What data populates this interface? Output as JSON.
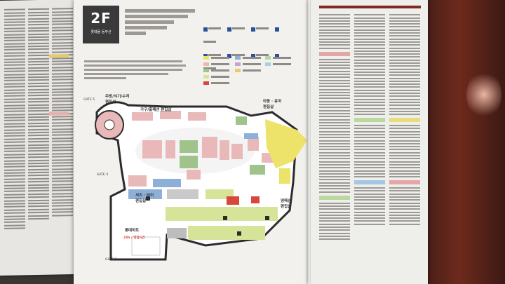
{
  "floor": {
    "label": "2F",
    "store_name": "롯데몰 동부산"
  },
  "map": {
    "zone_labels": [
      {
        "id": "kitchen",
        "text": "주방/식기/수저\n편집샵"
      },
      {
        "id": "furniture",
        "text": "가구/홈패션 편집샵"
      },
      {
        "id": "kids",
        "text": "아동 · 유아\n편집샵"
      },
      {
        "id": "shirts",
        "text": "셔츠 · 타이\n편집샵"
      },
      {
        "id": "lottemart",
        "text": "롯데마트"
      },
      {
        "id": "mart_hours",
        "text": "24h / 영업시간"
      },
      {
        "id": "premium",
        "text": "영패션\n편집샵"
      }
    ],
    "gates": [
      "GATE 5",
      "GATE 4",
      "GATE 6"
    ],
    "colors": {
      "pink": "#e8b9b8",
      "green": "#9fc38b",
      "blue": "#8eb0d8",
      "yellow": "#ede36a",
      "lime": "#d6e49a",
      "gray": "#bdbdbd",
      "red": "#d9473a"
    }
  }
}
